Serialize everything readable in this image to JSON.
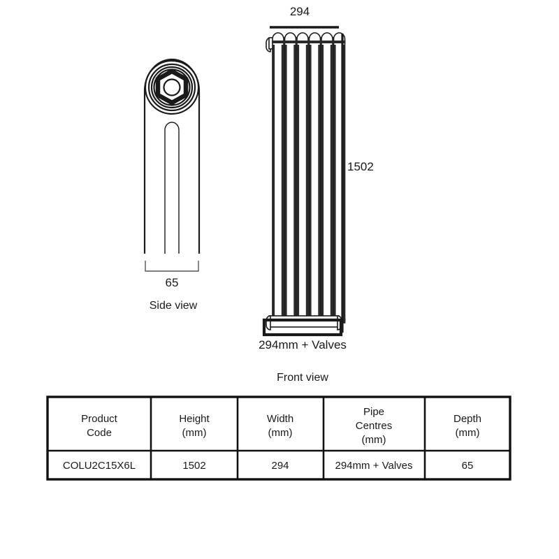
{
  "drawing": {
    "title_front": "Front view",
    "title_side": "Side view",
    "dimensions": {
      "width_top": "294",
      "height_right": "1502",
      "bottom_note": "294mm + Valves",
      "depth_bottom": "65"
    },
    "front_view": {
      "column_count": 6,
      "has_base_bracket": true,
      "has_top_valve_nipples": true
    },
    "side_view": {
      "has_hex_nut": true,
      "concentric_ring_count": 4,
      "has_center_slot": true
    }
  },
  "spec_table": {
    "headers": [
      "Product\nCode",
      "Height\n(mm)",
      "Width\n(mm)",
      "Pipe\nCentres\n(mm)",
      "Depth\n(mm)"
    ],
    "header_lines": [
      [
        "Product",
        "Code"
      ],
      [
        "Height",
        "(mm)"
      ],
      [
        "Width",
        "(mm)"
      ],
      [
        "Pipe",
        "Centres",
        "(mm)"
      ],
      [
        "Depth",
        "(mm)"
      ]
    ],
    "rows": [
      {
        "product_code": "COLU2C15X6L",
        "height_mm": "1502",
        "width_mm": "294",
        "pipe_centres_mm": "294mm + Valves",
        "depth_mm": "65"
      }
    ]
  },
  "colors": {
    "ink": "#1a1a1a",
    "paper": "#ffffff",
    "table_rule": "#111111",
    "dim_rule": "#555555"
  }
}
